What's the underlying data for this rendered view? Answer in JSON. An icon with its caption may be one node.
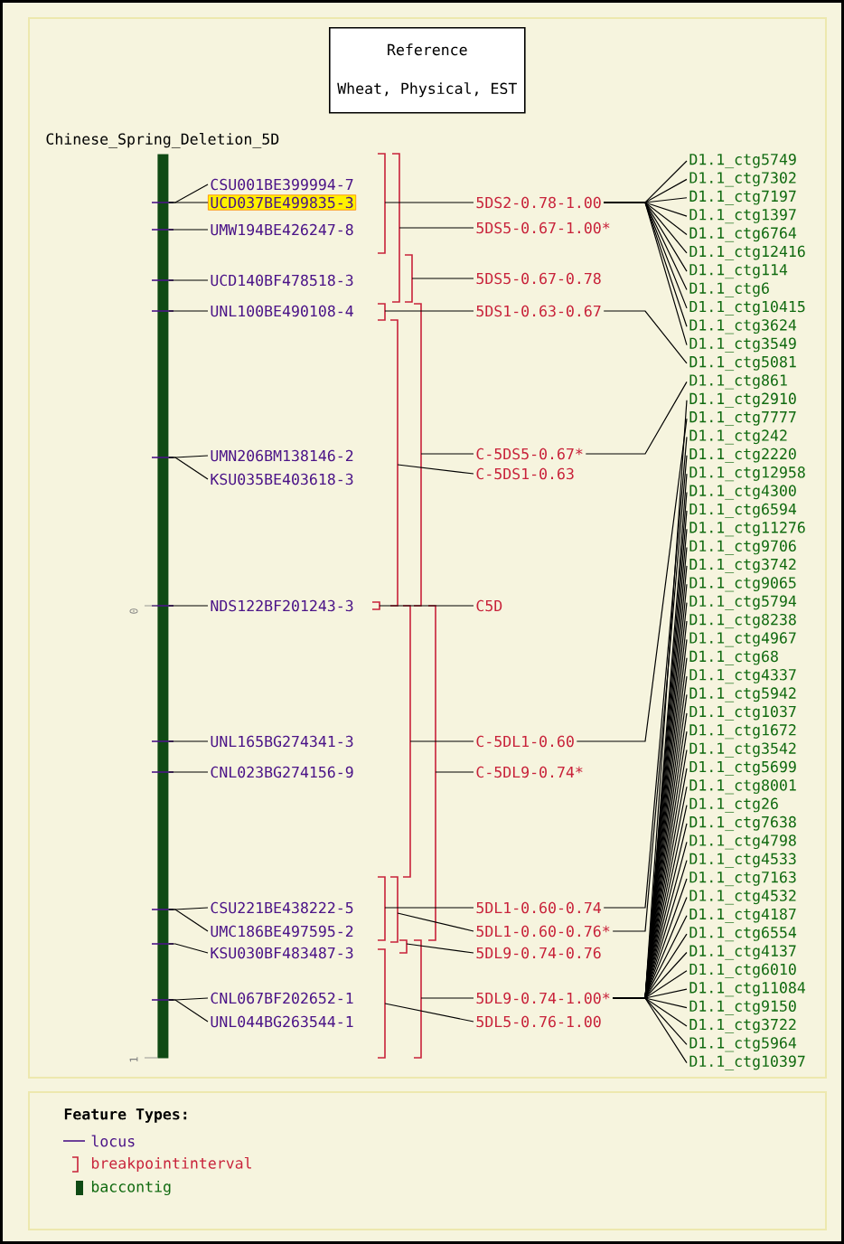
{
  "diagram": {
    "nodes": [
      {
        "text": [
          "Reference",
          "Wheat, Physical, EST"
        ]
      },
      {
        "text": [
          "Chinese_Spring_Deletion_5D"
        ]
      },
      {
        "text": [
          "CSU001BE399994-7"
        ]
      },
      {
        "text": [
          "UCD037BE499835-3"
        ]
      },
      {
        "text": [
          "UMW194BE426247-8"
        ]
      },
      {
        "text": [
          "UCD140BF478518-3"
        ]
      },
      {
        "text": [
          "UNL100BE490108-4"
        ]
      },
      {
        "text": [
          "UMN206BM138146-2"
        ]
      },
      {
        "text": [
          "KSU035BE403618-3"
        ]
      },
      {
        "text": [
          "NDS122BF201243-3"
        ]
      },
      {
        "text": [
          "UNL165BG274341-3"
        ]
      },
      {
        "text": [
          "CNL023BG274156-9"
        ]
      },
      {
        "text": [
          "CSU221BE438222-5"
        ]
      },
      {
        "text": [
          "UMC186BE497595-2"
        ]
      },
      {
        "text": [
          "KSU030BF483487-3"
        ]
      },
      {
        "text": [
          "CNL067BF202652-1"
        ]
      },
      {
        "text": [
          "UNL044BG263544-1"
        ]
      },
      {
        "text": [
          "5DS2-0.78-1.00"
        ]
      },
      {
        "text": [
          "5DS5-0.67-1.00*"
        ]
      },
      {
        "text": [
          "5DS5-0.67-0.78"
        ]
      },
      {
        "text": [
          "5DS1-0.63-0.67"
        ]
      },
      {
        "text": [
          "C-5DS5-0.67*"
        ]
      },
      {
        "text": [
          "C-5DS1-0.63"
        ]
      },
      {
        "text": [
          "C5D"
        ]
      },
      {
        "text": [
          "C-5DL1-0.60"
        ]
      },
      {
        "text": [
          "C-5DL9-0.74*"
        ]
      },
      {
        "text": [
          "5DL1-0.60-0.74"
        ]
      },
      {
        "text": [
          "5DL1-0.60-0.76*"
        ]
      },
      {
        "text": [
          "5DL9-0.74-0.76"
        ]
      },
      {
        "text": [
          "5DL9-0.74-1.00*"
        ]
      },
      {
        "text": [
          "5DL5-0.76-1.00"
        ]
      },
      {
        "text": [
          "D1.1_ctg5749"
        ]
      },
      {
        "text": [
          "D1.1_ctg7302"
        ]
      },
      {
        "text": [
          "D1.1_ctg7197"
        ]
      },
      {
        "text": [
          "D1.1_ctg1397"
        ]
      },
      {
        "text": [
          "D1.1_ctg6764"
        ]
      },
      {
        "text": [
          "D1.1_ctg12416"
        ]
      },
      {
        "text": [
          "D1.1_ctg114"
        ]
      },
      {
        "text": [
          "D1.1_ctg6"
        ]
      },
      {
        "text": [
          "D1.1_ctg10415"
        ]
      },
      {
        "text": [
          "D1.1_ctg3624"
        ]
      },
      {
        "text": [
          "D1.1_ctg3549"
        ]
      },
      {
        "text": [
          "D1.1_ctg5081"
        ]
      },
      {
        "text": [
          "D1.1_ctg861"
        ]
      },
      {
        "text": [
          "D1.1_ctg2910"
        ]
      },
      {
        "text": [
          "D1.1_ctg7777"
        ]
      },
      {
        "text": [
          "D1.1_ctg242"
        ]
      },
      {
        "text": [
          "D1.1_ctg2220"
        ]
      },
      {
        "text": [
          "D1.1_ctg12958"
        ]
      },
      {
        "text": [
          "D1.1_ctg4300"
        ]
      },
      {
        "text": [
          "D1.1_ctg6594"
        ]
      },
      {
        "text": [
          "D1.1_ctg11276"
        ]
      },
      {
        "text": [
          "D1.1_ctg9706"
        ]
      },
      {
        "text": [
          "D1.1_ctg3742"
        ]
      },
      {
        "text": [
          "D1.1_ctg9065"
        ]
      },
      {
        "text": [
          "D1.1_ctg5794"
        ]
      },
      {
        "text": [
          "D1.1_ctg8238"
        ]
      },
      {
        "text": [
          "D1.1_ctg4967"
        ]
      },
      {
        "text": [
          "D1.1_ctg68"
        ]
      },
      {
        "text": [
          "D1.1_ctg4337"
        ]
      },
      {
        "text": [
          "D1.1_ctg5942"
        ]
      },
      {
        "text": [
          "D1.1_ctg1037"
        ]
      },
      {
        "text": [
          "D1.1_ctg1672"
        ]
      },
      {
        "text": [
          "D1.1_ctg3542"
        ]
      },
      {
        "text": [
          "D1.1_ctg5699"
        ]
      },
      {
        "text": [
          "D1.1_ctg8001"
        ]
      },
      {
        "text": [
          "D1.1_ctg26"
        ]
      },
      {
        "text": [
          "D1.1_ctg7638"
        ]
      },
      {
        "text": [
          "D1.1_ctg4798"
        ]
      },
      {
        "text": [
          "D1.1_ctg4533"
        ]
      },
      {
        "text": [
          "D1.1_ctg7163"
        ]
      },
      {
        "text": [
          "D1.1_ctg4532"
        ]
      },
      {
        "text": [
          "D1.1_ctg4187"
        ]
      },
      {
        "text": [
          "D1.1_ctg6554"
        ]
      },
      {
        "text": [
          "D1.1_ctg4137"
        ]
      },
      {
        "text": [
          "D1.1_ctg6010"
        ]
      },
      {
        "text": [
          "D1.1_ctg11084"
        ]
      },
      {
        "text": [
          "D1.1_ctg9150"
        ]
      },
      {
        "text": [
          "D1.1_ctg3722"
        ]
      },
      {
        "text": [
          "D1.1_ctg5964"
        ]
      },
      {
        "text": [
          "D1.1_ctg10397"
        ]
      },
      {
        "text": [],
        "shape": "bracket"
      },
      {
        "text": [],
        "shape": "bracket"
      },
      {
        "text": [],
        "shape": "bracket"
      },
      {
        "text": [],
        "shape": "bracket"
      },
      {
        "text": [],
        "shape": "bracket"
      },
      {
        "text": [],
        "shape": "bracket"
      },
      {
        "text": [],
        "shape": "bracket"
      },
      {
        "text": [],
        "shape": "bracket"
      },
      {
        "text": [],
        "shape": "bracket"
      },
      {
        "text": [],
        "shape": "bracket"
      },
      {
        "text": [],
        "shape": "bracket"
      },
      {
        "text": [],
        "shape": "bracket"
      },
      {
        "text": [],
        "shape": "bracket"
      },
      {
        "text": [],
        "shape": "bracket"
      }
    ],
    "edges": [
      {
        "from": 2,
        "to": 1,
        "arrow": "none"
      },
      {
        "from": 3,
        "to": 1,
        "arrow": "none"
      },
      {
        "from": 4,
        "to": 1,
        "arrow": "none"
      },
      {
        "from": 5,
        "to": 1,
        "arrow": "none"
      },
      {
        "from": 6,
        "to": 1,
        "arrow": "none"
      },
      {
        "from": 7,
        "to": 1,
        "arrow": "none"
      },
      {
        "from": 8,
        "to": 1,
        "arrow": "none"
      },
      {
        "from": 9,
        "to": 1,
        "arrow": "none"
      },
      {
        "from": 10,
        "to": 1,
        "arrow": "none"
      },
      {
        "from": 11,
        "to": 1,
        "arrow": "none"
      },
      {
        "from": 12,
        "to": 1,
        "arrow": "none"
      },
      {
        "from": 13,
        "to": 1,
        "arrow": "none"
      },
      {
        "from": 14,
        "to": 1,
        "arrow": "none"
      },
      {
        "from": 15,
        "to": 1,
        "arrow": "none"
      },
      {
        "from": 16,
        "to": 1,
        "arrow": "none"
      },
      {
        "from": 81,
        "to": 17,
        "arrow": "none"
      },
      {
        "from": 82,
        "to": 18,
        "arrow": "none"
      },
      {
        "from": 83,
        "to": 19,
        "arrow": "none"
      },
      {
        "from": 84,
        "to": 20,
        "arrow": "none"
      },
      {
        "from": 85,
        "to": 21,
        "arrow": "none"
      },
      {
        "from": 86,
        "to": 22,
        "arrow": "none"
      },
      {
        "from": 87,
        "to": 23,
        "arrow": "none"
      },
      {
        "from": 88,
        "to": 24,
        "arrow": "none"
      },
      {
        "from": 89,
        "to": 25,
        "arrow": "none"
      },
      {
        "from": 90,
        "to": 26,
        "arrow": "none"
      },
      {
        "from": 91,
        "to": 27,
        "arrow": "none"
      },
      {
        "from": 92,
        "to": 28,
        "arrow": "none"
      },
      {
        "from": 93,
        "to": 29,
        "arrow": "none"
      },
      {
        "from": 94,
        "to": 30,
        "arrow": "none"
      },
      {
        "from": 17,
        "to": 31,
        "arrow": "none"
      },
      {
        "from": 17,
        "to": 32,
        "arrow": "none"
      },
      {
        "from": 17,
        "to": 33,
        "arrow": "none"
      },
      {
        "from": 17,
        "to": 34,
        "arrow": "none"
      },
      {
        "from": 17,
        "to": 35,
        "arrow": "none"
      },
      {
        "from": 17,
        "to": 36,
        "arrow": "none"
      },
      {
        "from": 17,
        "to": 37,
        "arrow": "none"
      },
      {
        "from": 17,
        "to": 38,
        "arrow": "none"
      },
      {
        "from": 17,
        "to": 39,
        "arrow": "none"
      },
      {
        "from": 17,
        "to": 40,
        "arrow": "none"
      },
      {
        "from": 17,
        "to": 41,
        "arrow": "none"
      },
      {
        "from": 20,
        "to": 42,
        "arrow": "none"
      },
      {
        "from": 21,
        "to": 43,
        "arrow": "none"
      },
      {
        "from": 29,
        "to": 44,
        "arrow": "none"
      },
      {
        "from": 24,
        "to": 45,
        "arrow": "none"
      },
      {
        "from": 26,
        "to": 46,
        "arrow": "none"
      },
      {
        "from": 27,
        "to": 47,
        "arrow": "none"
      },
      {
        "from": 29,
        "to": 48,
        "arrow": "none"
      },
      {
        "from": 29,
        "to": 49,
        "arrow": "none"
      },
      {
        "from": 29,
        "to": 50,
        "arrow": "none"
      },
      {
        "from": 29,
        "to": 51,
        "arrow": "none"
      },
      {
        "from": 29,
        "to": 52,
        "arrow": "none"
      },
      {
        "from": 29,
        "to": 53,
        "arrow": "none"
      },
      {
        "from": 29,
        "to": 54,
        "arrow": "none"
      },
      {
        "from": 29,
        "to": 55,
        "arrow": "none"
      },
      {
        "from": 29,
        "to": 56,
        "arrow": "none"
      },
      {
        "from": 29,
        "to": 57,
        "arrow": "none"
      },
      {
        "from": 29,
        "to": 58,
        "arrow": "none"
      },
      {
        "from": 29,
        "to": 59,
        "arrow": "none"
      },
      {
        "from": 29,
        "to": 60,
        "arrow": "none"
      },
      {
        "from": 29,
        "to": 61,
        "arrow": "none"
      },
      {
        "from": 29,
        "to": 62,
        "arrow": "none"
      },
      {
        "from": 29,
        "to": 63,
        "arrow": "none"
      },
      {
        "from": 29,
        "to": 64,
        "arrow": "none"
      },
      {
        "from": 29,
        "to": 65,
        "arrow": "none"
      },
      {
        "from": 29,
        "to": 66,
        "arrow": "none"
      },
      {
        "from": 29,
        "to": 67,
        "arrow": "none"
      },
      {
        "from": 29,
        "to": 68,
        "arrow": "none"
      },
      {
        "from": 29,
        "to": 69,
        "arrow": "none"
      },
      {
        "from": 29,
        "to": 70,
        "arrow": "none"
      },
      {
        "from": 29,
        "to": 71,
        "arrow": "none"
      },
      {
        "from": 29,
        "to": 72,
        "arrow": "none"
      },
      {
        "from": 29,
        "to": 73,
        "arrow": "none"
      },
      {
        "from": 29,
        "to": 74,
        "arrow": "none"
      },
      {
        "from": 29,
        "to": 75,
        "arrow": "none"
      },
      {
        "from": 29,
        "to": 76,
        "arrow": "none"
      },
      {
        "from": 29,
        "to": 77,
        "arrow": "none"
      },
      {
        "from": 29,
        "to": 78,
        "arrow": "none"
      },
      {
        "from": 29,
        "to": 79,
        "arrow": "none"
      },
      {
        "from": 29,
        "to": 80,
        "arrow": "none"
      }
    ],
    "labels": [
      "0",
      "1",
      "Feature Types:"
    ],
    "legend": [
      {
        "text": "locus"
      },
      {
        "text": "breakpointinterval"
      },
      {
        "text": "baccontig",
        "color": "#0f4a14"
      }
    ]
  }
}
